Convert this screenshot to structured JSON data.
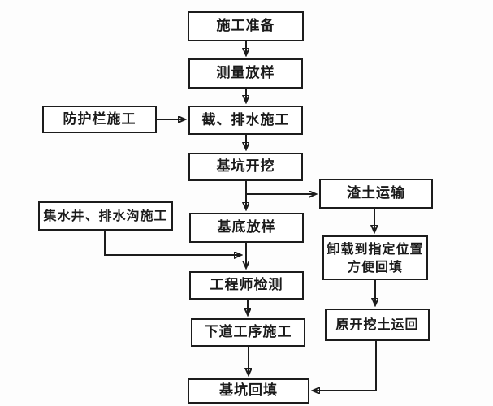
{
  "diagram": {
    "type": "flowchart",
    "language": "zh-CN",
    "colors": {
      "background": "#fdfdfd",
      "node_fill": "#ffffff",
      "line": "#1c1c1c",
      "text": "#1a1a1a"
    },
    "nodes": [
      {
        "id": "prep",
        "label": "施工准备"
      },
      {
        "id": "survey",
        "label": "测量放样"
      },
      {
        "id": "guardrail",
        "label": "防护栏施工"
      },
      {
        "id": "drainage",
        "label": "截、排水施工"
      },
      {
        "id": "excavation",
        "label": "基坑开挖"
      },
      {
        "id": "muck",
        "label": "渣土运输"
      },
      {
        "id": "well",
        "label": "集水井、排水沟施工"
      },
      {
        "id": "base",
        "label": "基底放样"
      },
      {
        "id": "unload",
        "lines": [
          "卸载到指定位置",
          "方便回填"
        ]
      },
      {
        "id": "inspect",
        "label": "工程师检测"
      },
      {
        "id": "return",
        "label": "原开挖土运回"
      },
      {
        "id": "next",
        "label": "下道工序施工"
      },
      {
        "id": "backfill",
        "label": "基坑回填"
      }
    ],
    "edges": [
      {
        "from": "prep",
        "to": "survey"
      },
      {
        "from": "survey",
        "to": "drainage"
      },
      {
        "from": "guardrail",
        "to": "drainage"
      },
      {
        "from": "drainage",
        "to": "excavation"
      },
      {
        "from": "excavation",
        "to": "base"
      },
      {
        "from": "excavation",
        "to": "muck"
      },
      {
        "from": "muck",
        "to": "unload"
      },
      {
        "from": "unload",
        "to": "return"
      },
      {
        "from": "return",
        "to": "backfill"
      },
      {
        "from": "well",
        "to": "inspect"
      },
      {
        "from": "base",
        "to": "inspect"
      },
      {
        "from": "inspect",
        "to": "next"
      },
      {
        "from": "next",
        "to": "backfill"
      }
    ]
  }
}
